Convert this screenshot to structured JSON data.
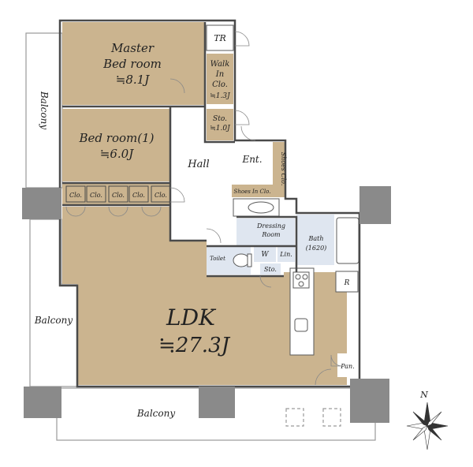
{
  "colors": {
    "room_fill": "#cbb48f",
    "service_fill": "#dfe6f0",
    "wall": "#4a4a4a",
    "column": "#8a8a8a",
    "outline": "#9a9a9a"
  },
  "rooms": {
    "master_title_1": "Master",
    "master_title_2": "Bed room",
    "master_size": "≒8.1J",
    "bed1_title": "Bed room(1)",
    "bed1_size": "≒6.0J",
    "ldk_title": "LDK",
    "ldk_size": "≒27.3J",
    "hall": "Hall",
    "entrance": "Ent.",
    "tr": "TR",
    "walk_in_1": "Walk",
    "walk_in_2": "In",
    "walk_in_3": "Clo.",
    "walk_in_size": "≒1.3J",
    "sto_upper": "Sto.",
    "sto_upper_size": "≒1.0J",
    "shoes_clo": "Shoes Clo.",
    "shoes_in_clo": "Shoes In Clo.",
    "dressing_1": "Dressing",
    "dressing_2": "Room",
    "bath_1": "Bath",
    "bath_2": "(1620)",
    "toilet": "Toilet",
    "washer": "W",
    "linen": "Lin.",
    "sto_lower": "Sto.",
    "refrigerator": "R",
    "pantry": "Pan.",
    "clo_1": "Clo.",
    "clo_2": "Clo.",
    "clo_3": "Clo.",
    "clo_4": "Clo.",
    "clo_5": "Clo."
  },
  "balconies": {
    "left_top": "Balcony",
    "left": "Balcony",
    "bottom": "Balcony"
  },
  "compass": {
    "north": "N"
  }
}
